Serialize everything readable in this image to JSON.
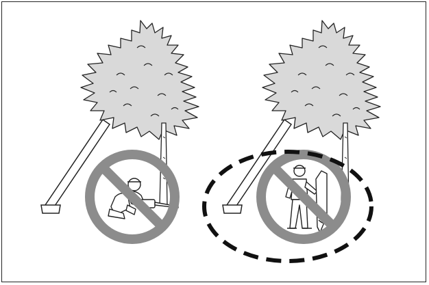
{
  "colors": {
    "outline": "#222222",
    "tree_fill": "#d9d9d9",
    "prohibition": "#8c8c8c",
    "figure_fill": "#ffffff",
    "ground_dash": "#111111"
  },
  "panels": [
    {
      "scene": "kneeling-worker-cutting-leaning-tree",
      "icon": "prohibition-sign-icon"
    },
    {
      "scene": "standing-worker-with-saw-leaning-tree",
      "icon": "prohibition-sign-icon",
      "extra": "danger-zone-dashed-ellipse"
    }
  ]
}
